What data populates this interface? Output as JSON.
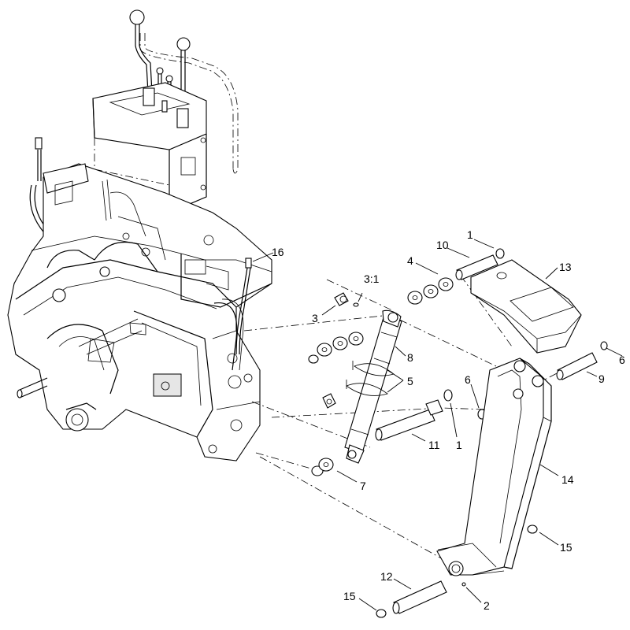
{
  "callouts": [
    {
      "id": "c1a",
      "label": "1"
    },
    {
      "id": "c10",
      "label": "10"
    },
    {
      "id": "c13",
      "label": "13"
    },
    {
      "id": "c4",
      "label": "4"
    },
    {
      "id": "c3_1",
      "label": "3:1"
    },
    {
      "id": "c3",
      "label": "3"
    },
    {
      "id": "c16",
      "label": "16"
    },
    {
      "id": "c8",
      "label": "8"
    },
    {
      "id": "c5",
      "label": "5"
    },
    {
      "id": "c6a",
      "label": "6"
    },
    {
      "id": "c6b",
      "label": "6"
    },
    {
      "id": "c9",
      "label": "9"
    },
    {
      "id": "c11",
      "label": "11"
    },
    {
      "id": "c1b",
      "label": "1"
    },
    {
      "id": "c7",
      "label": "7"
    },
    {
      "id": "c14",
      "label": "14"
    },
    {
      "id": "c15a",
      "label": "15"
    },
    {
      "id": "c12",
      "label": "12"
    },
    {
      "id": "c2",
      "label": "2"
    },
    {
      "id": "c15b",
      "label": "15"
    }
  ]
}
